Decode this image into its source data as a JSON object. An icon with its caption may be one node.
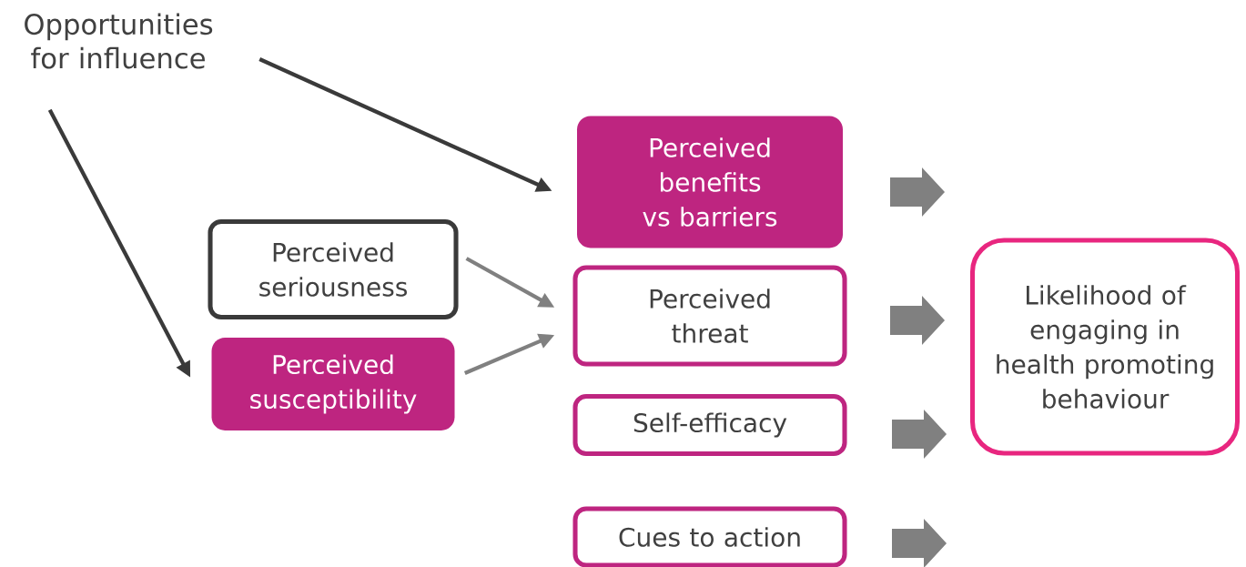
{
  "diagram": {
    "nodes": [
      {
        "text": [
          "Opportunities for influence"
        ]
      },
      {
        "text": [
          "Perceived seriousness"
        ]
      },
      {
        "text": [
          "Perceived susceptibility"
        ]
      },
      {
        "text": [
          "Perceived benefits vs barriers"
        ]
      },
      {
        "text": [
          "Perceived threat"
        ]
      },
      {
        "text": [
          "Self-efficacy"
        ]
      },
      {
        "text": [
          "Cues to action"
        ]
      },
      {
        "text": [
          "Likelihood of engaging in health promoting behaviour"
        ]
      }
    ],
    "edges": [
      {
        "from": 0,
        "to": 3,
        "arrow": "to",
        "color": "#3a3a3a"
      },
      {
        "from": 0,
        "to": 2,
        "arrow": "to",
        "color": "#3a3a3a"
      },
      {
        "from": 1,
        "to": 4,
        "arrow": "to",
        "color": "#808080"
      },
      {
        "from": 2,
        "to": 4,
        "arrow": "to",
        "color": "#808080"
      }
    ]
  }
}
